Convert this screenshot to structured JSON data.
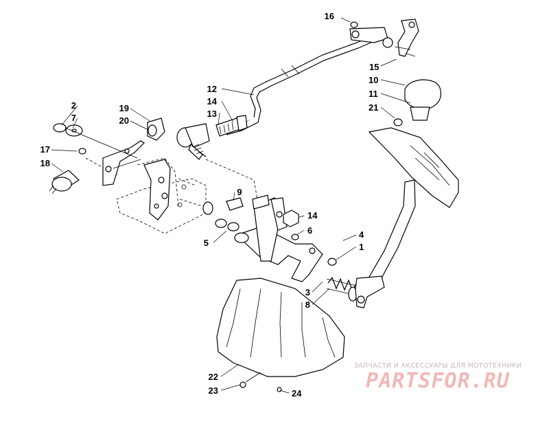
{
  "labels": {
    "l1": "1",
    "l2": "2",
    "l3": "3",
    "l4": "4",
    "l5": "5",
    "l6": "6",
    "l7": "7",
    "l8": "8",
    "l9": "9",
    "l10": "10",
    "l11": "11",
    "l12": "12",
    "l13": "13",
    "l14a": "14",
    "l14b": "14",
    "l15": "15",
    "l16": "16",
    "l17": "17",
    "l18": "18",
    "l19": "19",
    "l20": "20",
    "l21": "21",
    "l22": "22",
    "l23": "23",
    "l24": "24"
  },
  "watermark": {
    "line": "ЗАПЧАСТИ И АКСЕССУАРЫ ДЛЯ МОТОТЕХНИКИ",
    "logo": "PARTSFOR.RU"
  },
  "colors": {
    "ink": "#000000",
    "watermark_text": "#c8b8b8",
    "watermark_logo": "#f2b8b8"
  }
}
